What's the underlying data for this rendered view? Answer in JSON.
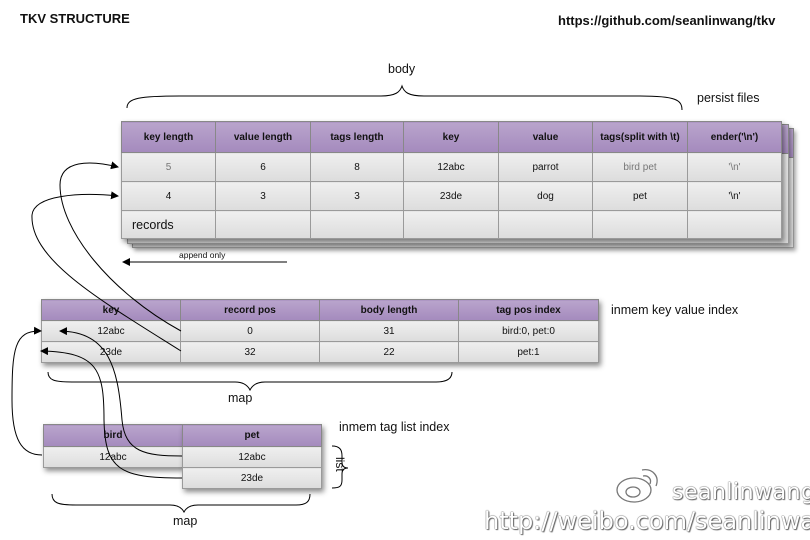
{
  "header": {
    "title": "TKV STRUCTURE",
    "url": "https://github.com/seanlinwang/tkv"
  },
  "body_section": {
    "brace_label": "body",
    "persist_label": "persist files",
    "columns": [
      "key length",
      "value length",
      "tags length",
      "key",
      "value",
      "tags(split with \\t)",
      "ender('\\n')"
    ],
    "rows": [
      [
        "5",
        "6",
        "8",
        "12abc",
        "parrot",
        "bird pet",
        "'\\n'"
      ],
      [
        "4",
        "3",
        "3",
        "23de",
        "dog",
        "pet",
        "'\\n'"
      ]
    ],
    "records_label": "records",
    "append_label": "append only"
  },
  "kv_index": {
    "label": "inmem key value index",
    "columns": [
      "key",
      "record pos",
      "body length",
      "tag pos index"
    ],
    "rows": [
      [
        "12abc",
        "0",
        "31",
        "bird:0, pet:0"
      ],
      [
        "23de",
        "32",
        "22",
        "pet:1"
      ]
    ],
    "brace_label": "map"
  },
  "tag_index": {
    "label": "inmem tag list index",
    "bird_header": "bird",
    "bird_rows": [
      "12abc"
    ],
    "pet_header": "pet",
    "pet_rows": [
      "12abc",
      "23de"
    ],
    "list_label": "list",
    "brace_label": "map"
  },
  "watermark": {
    "handle": "seanlinwang",
    "url": "http://weibo.com/seanlinwang"
  }
}
